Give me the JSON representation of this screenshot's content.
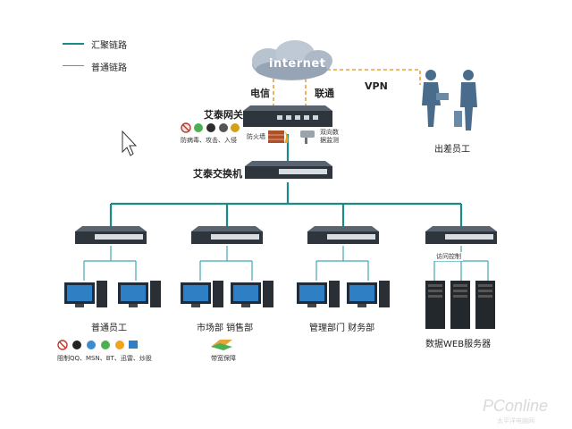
{
  "legend": {
    "aggregation_link": "汇聚链路",
    "normal_link": "普通链路",
    "aggregation_color": "#1a8a8a",
    "normal_color": "#3fa9b0"
  },
  "internet": {
    "cloud_label": "internet",
    "isp_telecom": "电信",
    "isp_unicom": "联通",
    "vpn_label": "VPN",
    "vpn_color": "#e8a23a"
  },
  "gateway": {
    "title": "艾泰网关",
    "features_left": "防病毒、攻击、入侵",
    "firewall": "防火墙",
    "monitor": "双向数据监测"
  },
  "core_switch": {
    "title": "艾泰交换机"
  },
  "remote": {
    "label": "出差员工"
  },
  "departments": [
    {
      "label": "普通员工",
      "note": "阻制QQ、MSN、BT、迅雷、炒股"
    },
    {
      "label": "市场部 销售部",
      "note": "带宽保障"
    },
    {
      "label": "管理部门 财务部",
      "note": ""
    },
    {
      "label": "数据WEB服务器",
      "note": "访问控制"
    }
  ],
  "watermark": {
    "brand": "PConline",
    "sub": "太平洋电脑网"
  }
}
